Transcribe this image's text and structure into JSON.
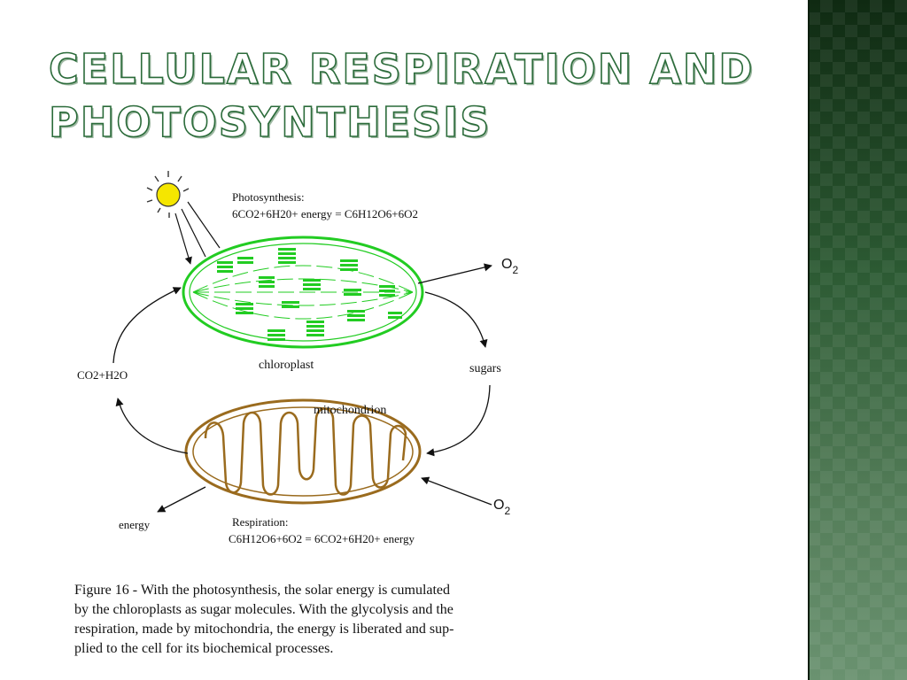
{
  "slide": {
    "title_line1": "Cellular Respiration and",
    "title_line2": "Photosynthesis"
  },
  "diagram": {
    "photosynthesis_label": "Photosynthesis:",
    "photosynthesis_equation": "6CO2+6H20+ energy = C6H12O6+6O2",
    "chloroplast_label": "chloroplast",
    "mitochondrion_label": "mitochondrion",
    "sugars_label": "sugars",
    "co2_h2o_label": "CO2+H2O",
    "energy_label": "energy",
    "o2_top_label": "O",
    "o2_top_sub": "2",
    "o2_bottom_label": "O",
    "o2_bottom_sub": "2",
    "respiration_label": "Respiration:",
    "respiration_equation": "C6H12O6+6O2 = 6CO2+6H20+ energy",
    "caption_lines": [
      "Figure 16 - With the photosynthesis, the solar energy is cumulated",
      "by the chloroplasts as sugar molecules. With the glycolysis and the",
      "respiration, made by mitochondria, the energy is liberated and sup-",
      "plied to the cell for its biochemical processes."
    ]
  },
  "colors": {
    "chloroplast": "#22cc22",
    "mitochondrion": "#9a6b1e",
    "sun": "#f5e600",
    "title_outline": "#2b6b3a",
    "sidebar": "#2c5a33"
  },
  "icons": [
    "sun-icon"
  ]
}
